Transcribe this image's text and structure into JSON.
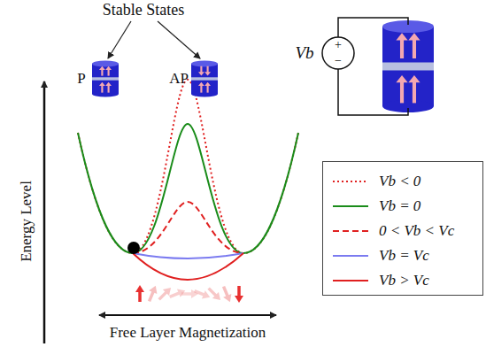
{
  "diagram": {
    "labels": [
      "Stable States",
      "P",
      "AP",
      "Vb",
      "+",
      "−",
      "Energy Level",
      "Free Layer Magnetization"
    ],
    "legend": [
      {
        "text": "Vb < 0"
      },
      {
        "text": "Vb = 0"
      },
      {
        "text": "0 < Vb < Vc"
      },
      {
        "text": "Vb = Vc"
      },
      {
        "text": "Vb > Vc"
      }
    ]
  }
}
